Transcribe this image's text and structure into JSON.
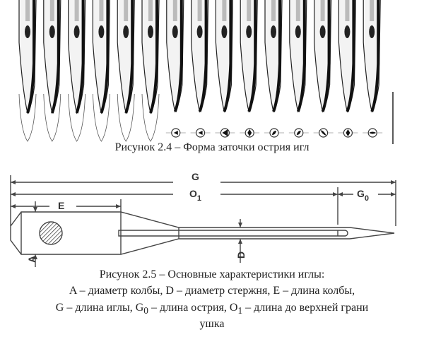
{
  "figure_2_4": {
    "caption": "Рисунок 2.4 – Форма заточки острия игл",
    "needle_count": 15,
    "cross_section_count": 9
  },
  "figure_2_5": {
    "labels": {
      "G": "G",
      "O1": "O",
      "O1_sub": "1",
      "G0": "G",
      "G0_sub": "0",
      "E": "E",
      "A": "A",
      "D": "D"
    },
    "caption_title": "Рисунок 2.5 – Основные характеристики иглы:",
    "caption_line2": "A – диаметр колбы, D – диаметр стержня, E – длина колбы,",
    "caption_line3_a": "G – длина иглы, G",
    "caption_line3_sub0": "0",
    "caption_line3_b": " – длина острия, O",
    "caption_line3_sub1": "1",
    "caption_line3_c": " – длина до верхней грани",
    "caption_line4": "ушка"
  }
}
